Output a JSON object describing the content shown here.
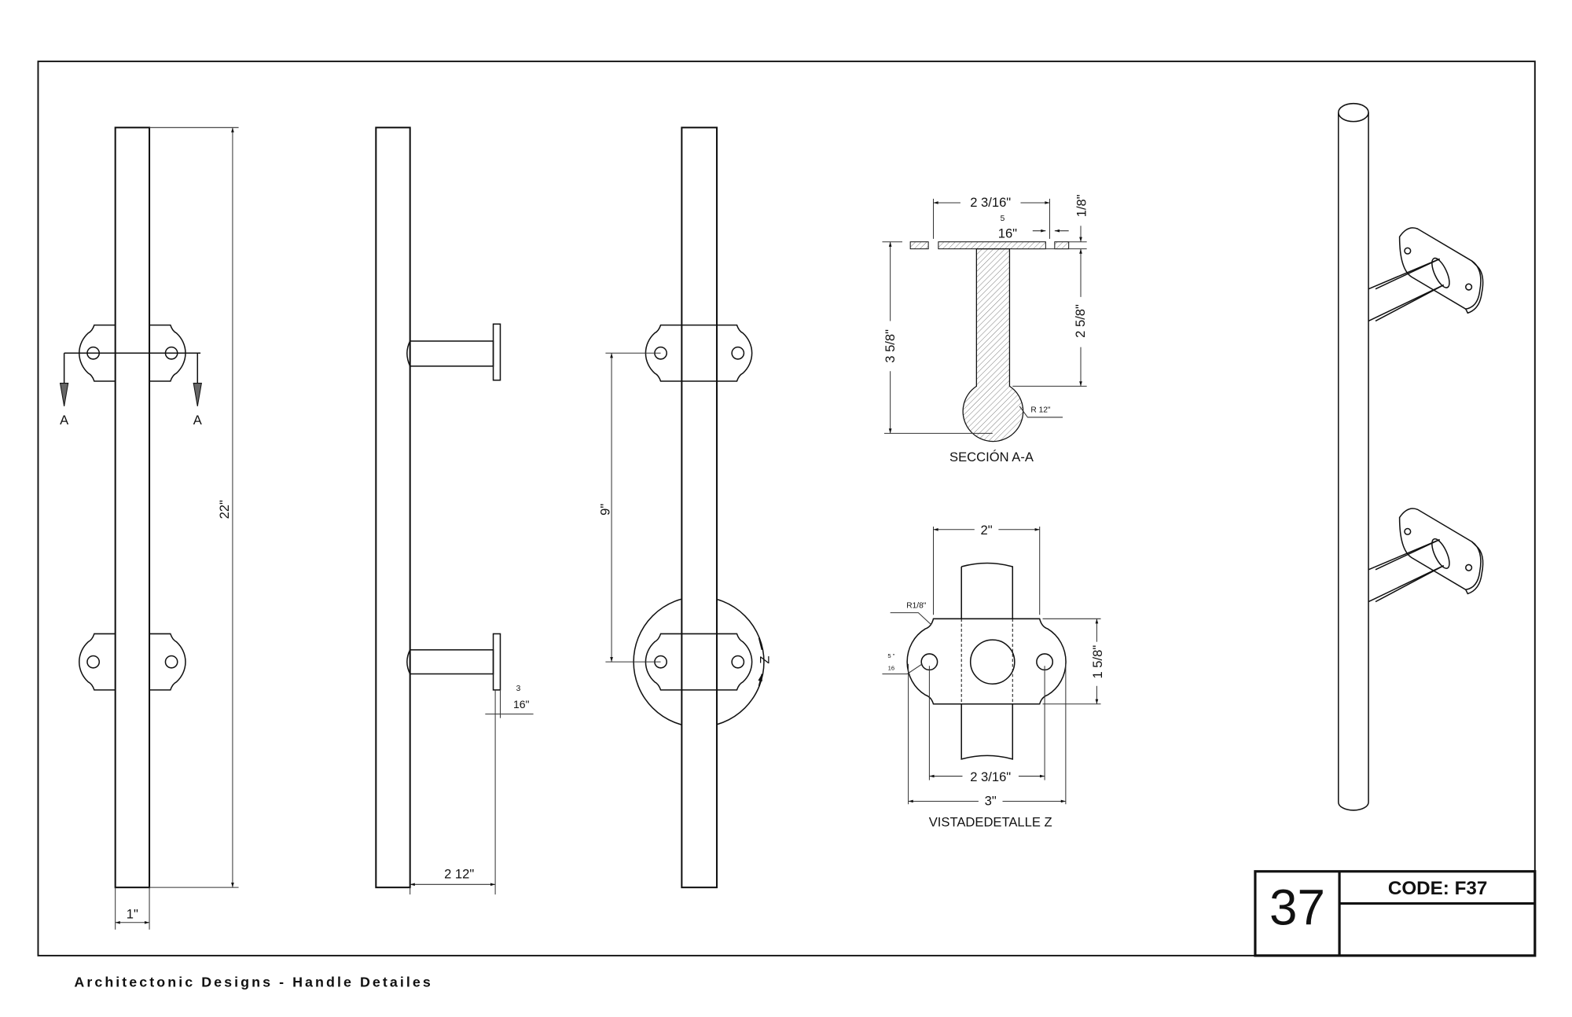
{
  "footer": {
    "title": "Architectonic Designs - Handle Detailes"
  },
  "title_block": {
    "sheet_number": "37",
    "code": "CODE: F37"
  },
  "front_view": {
    "height_dim": "22\"",
    "width_dim": "1\"",
    "section_label_left": "A",
    "section_label_right": "A"
  },
  "side_view": {
    "projection_dim": "2 12\"",
    "plate_thickness_num": "3",
    "plate_thickness_den": "16\""
  },
  "back_view": {
    "spacing_dim": "9\"",
    "detail_label": "Z"
  },
  "section_aa": {
    "title": "SECCIÓN A-A",
    "width_dim": "2 3/16\"",
    "hole_dim_num": "5",
    "hole_dim_den": "16\"",
    "flange_dim": "1/8\"",
    "total_height_dim": "3 5/8\"",
    "stem_height_dim": "2 5/8\"",
    "radius_dim": "R 12\""
  },
  "detail_z": {
    "title": "VISTADEDETALLE Z",
    "top_width_dim": "2\"",
    "radius_dim": "R1/8\"",
    "hole_dim_num": "5 \"",
    "hole_dim_den": "16",
    "height_dim": "1 5/8\"",
    "hole_spacing_dim": "2 3/16\"",
    "total_width_dim": "3\""
  }
}
